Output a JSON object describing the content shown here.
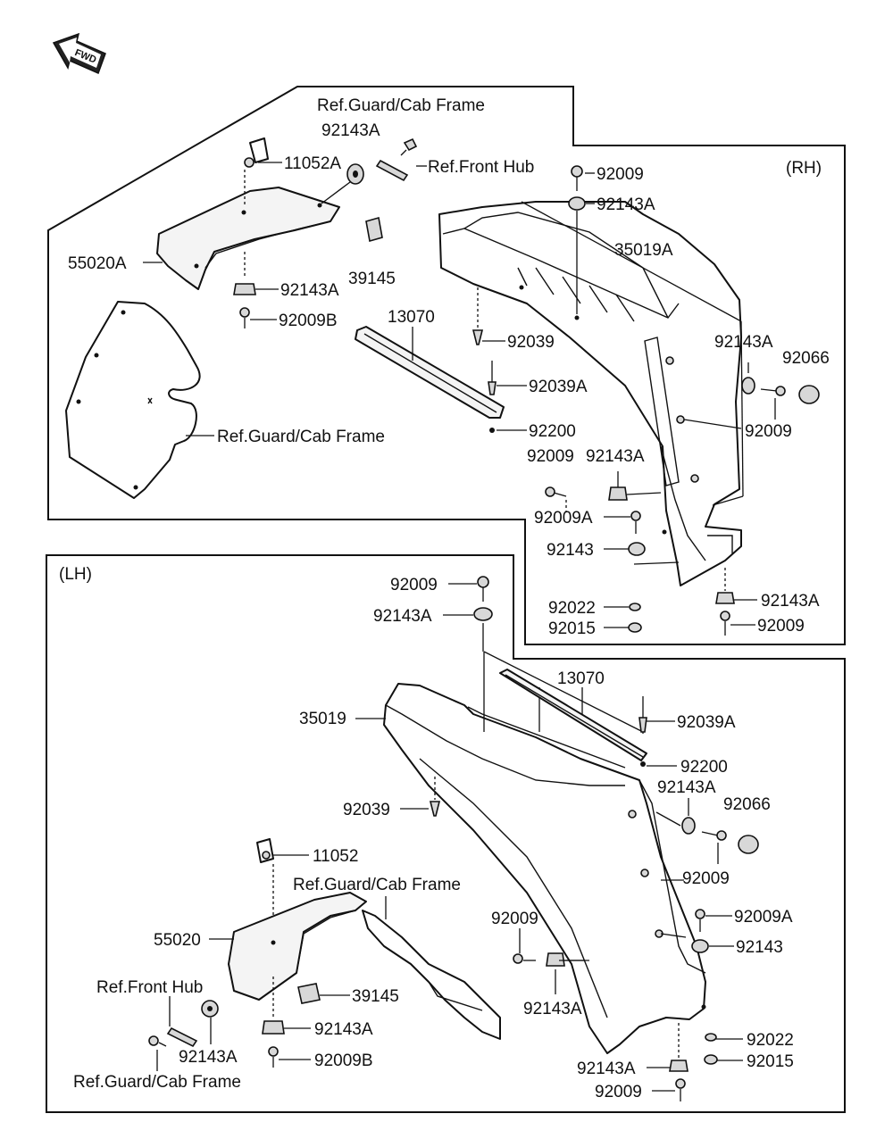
{
  "fwd_label": "FWD",
  "rh_panel": {
    "side_label": "(RH)",
    "labels": {
      "ref_guard_cab_top": "Ref.Guard/Cab Frame",
      "p92143A_top": "92143A",
      "p11052A": "11052A",
      "ref_front_hub": "Ref.Front Hub",
      "p92009_top": "92009",
      "p92143A_second": "92143A",
      "p55020A": "55020A",
      "p39145": "39145",
      "p35019A": "35019A",
      "p92143A_mid": "92143A",
      "p92009B": "92009B",
      "p13070": "13070",
      "p92039": "92039",
      "p92143A_right": "92143A",
      "p92066": "92066",
      "p92039A": "92039A",
      "p92009_right": "92009",
      "ref_guard_cab_lower": "Ref.Guard/Cab Frame",
      "p92200": "92200",
      "p92009_lowleft": "92009",
      "p92143A_lower": "92143A",
      "p92009A": "92009A",
      "p92143": "92143",
      "p92022": "92022",
      "p92143A_bottom": "92143A",
      "p92015": "92015",
      "p92009_bottom": "92009"
    }
  },
  "lh_panel": {
    "side_label": "(LH)",
    "labels": {
      "p92009_top": "92009",
      "p92143A_top": "92143A",
      "p13070": "13070",
      "p35019": "35019",
      "p92039A": "92039A",
      "p92200": "92200",
      "p92143A_right": "92143A",
      "p92039": "92039",
      "p92066": "92066",
      "p11052": "11052",
      "p92009_right": "92009",
      "ref_guard_cab": "Ref.Guard/Cab Frame",
      "p92009_mid": "92009",
      "p92009A": "92009A",
      "p55020": "55020",
      "p92143": "92143",
      "ref_front_hub": "Ref.Front Hub",
      "p39145": "39145",
      "p92143A_mid": "92143A",
      "p92143A_nut": "92143A",
      "p92143A_left": "92143A",
      "p92009B": "92009B",
      "p92022": "92022",
      "ref_guard_cab_bottom": "Ref.Guard/Cab Frame",
      "p92143A_bottom": "92143A",
      "p92015": "92015",
      "p92009_bottom": "92009"
    }
  }
}
